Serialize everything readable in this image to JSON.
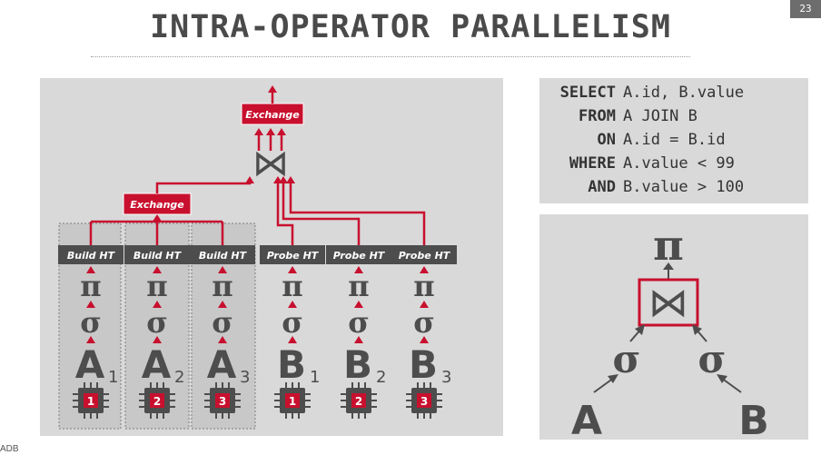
{
  "page": {
    "title": "INTRA-OPERATOR PARALLELISM",
    "page_number": "23",
    "footer_fragment": "ADB"
  },
  "sql": [
    {
      "keyword": "SELECT",
      "rest": "A.id, B.value"
    },
    {
      "keyword": "FROM",
      "rest": "A JOIN B"
    },
    {
      "keyword": "ON",
      "rest": "A.id = B.id"
    },
    {
      "keyword": "WHERE",
      "rest": "A.value < 99"
    },
    {
      "keyword": "AND",
      "rest": "B.value > 100"
    }
  ],
  "plan": {
    "exchange_label": "Exchange",
    "join_symbol": "⋈",
    "projection_symbol": "π",
    "selection_symbol": "σ",
    "build_pipelines": [
      {
        "op": "Build HT",
        "table": "A",
        "partition": "1",
        "core": "1"
      },
      {
        "op": "Build HT",
        "table": "A",
        "partition": "2",
        "core": "2"
      },
      {
        "op": "Build HT",
        "table": "A",
        "partition": "3",
        "core": "3"
      }
    ],
    "probe_pipelines": [
      {
        "op": "Probe HT",
        "table": "B",
        "partition": "1",
        "core": "1"
      },
      {
        "op": "Probe HT",
        "table": "B",
        "partition": "2",
        "core": "2"
      },
      {
        "op": "Probe HT",
        "table": "B",
        "partition": "3",
        "core": "3"
      }
    ]
  },
  "logical_tree": {
    "projection": "π",
    "join": "⋈",
    "selection": "σ",
    "left_table": "A",
    "right_table": "B"
  },
  "colors": {
    "accent": "#c8102e",
    "dark": "#4d4d4d",
    "panel": "#d9d9d9"
  }
}
